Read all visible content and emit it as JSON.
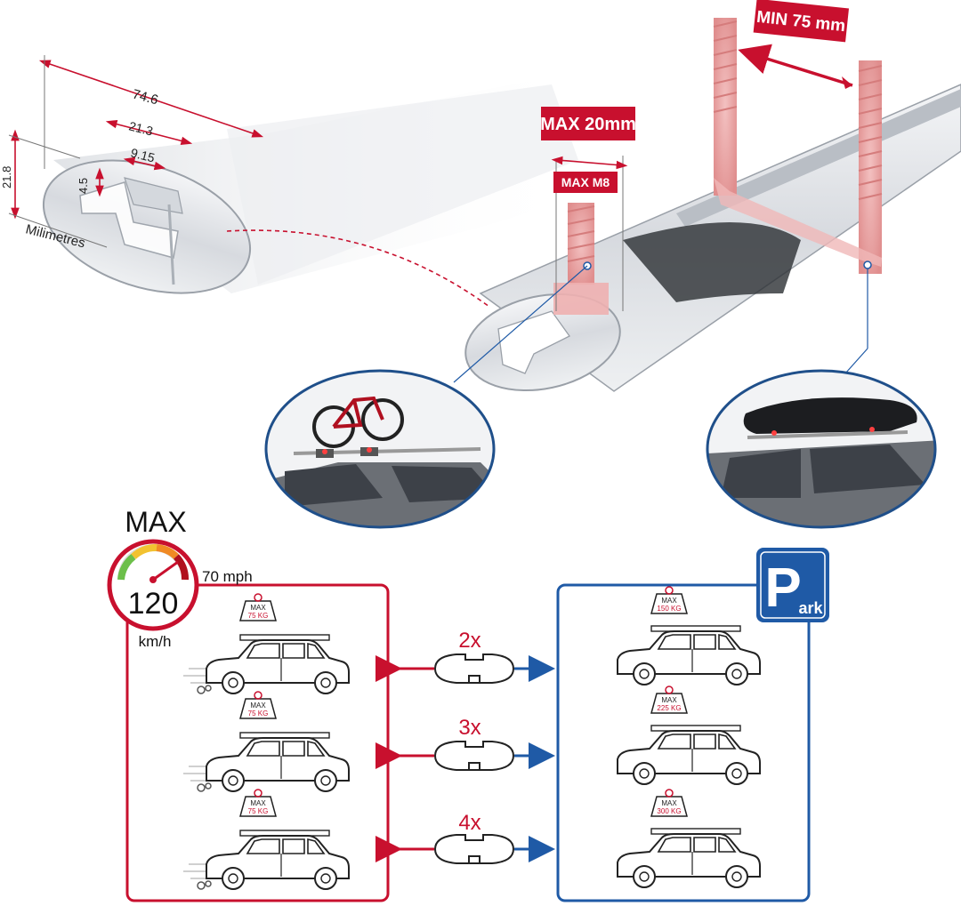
{
  "profile_dimensions": {
    "width": "74.6",
    "slot_outer": "21.3",
    "slot_inner": "9.15",
    "lip": "4.5",
    "height": "21.8",
    "unit": "Milimetres"
  },
  "bolt_specs": {
    "max_head": "MAX 20mm",
    "max_thread": "MAX M8",
    "min_spacing": "MIN 75 mm"
  },
  "speed_gauge": {
    "label": "MAX",
    "value": "120",
    "unit": "km/h",
    "alt_value": "70 mph"
  },
  "park_sign": {
    "letter": "P",
    "suffix": "ark"
  },
  "weight_prefix": "MAX",
  "driving_loads": [
    "75 KG",
    "75 KG",
    "75 KG"
  ],
  "parked_loads": [
    "150 KG",
    "225 KG",
    "300 KG"
  ],
  "multipliers": [
    "2x",
    "3x",
    "4x"
  ],
  "colors": {
    "drive": "#c8102e",
    "park": "#1f5aa6",
    "bolt": "#e79a9a",
    "bar": "#c9ccd1"
  },
  "icons": {
    "bike": "bicycle-on-roof",
    "box": "roof-box",
    "car": "suv-outline",
    "weight": "weight-tag"
  }
}
